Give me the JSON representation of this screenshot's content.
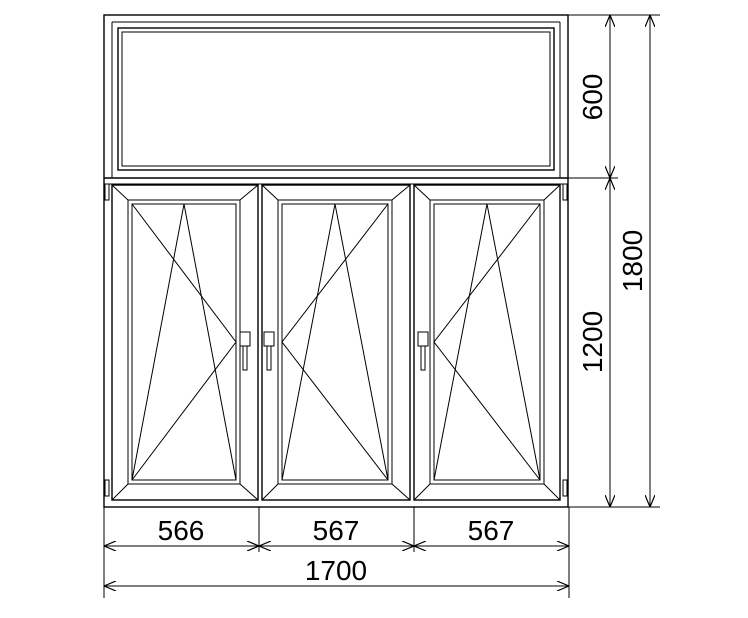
{
  "drawing": {
    "dimensions": {
      "widths": [
        "566",
        "567",
        "567"
      ],
      "total_width": "1700",
      "transom_height": "600",
      "sash_height": "1200",
      "total_height": "1800"
    },
    "colors": {
      "line": "#000000",
      "background": "#ffffff"
    }
  }
}
